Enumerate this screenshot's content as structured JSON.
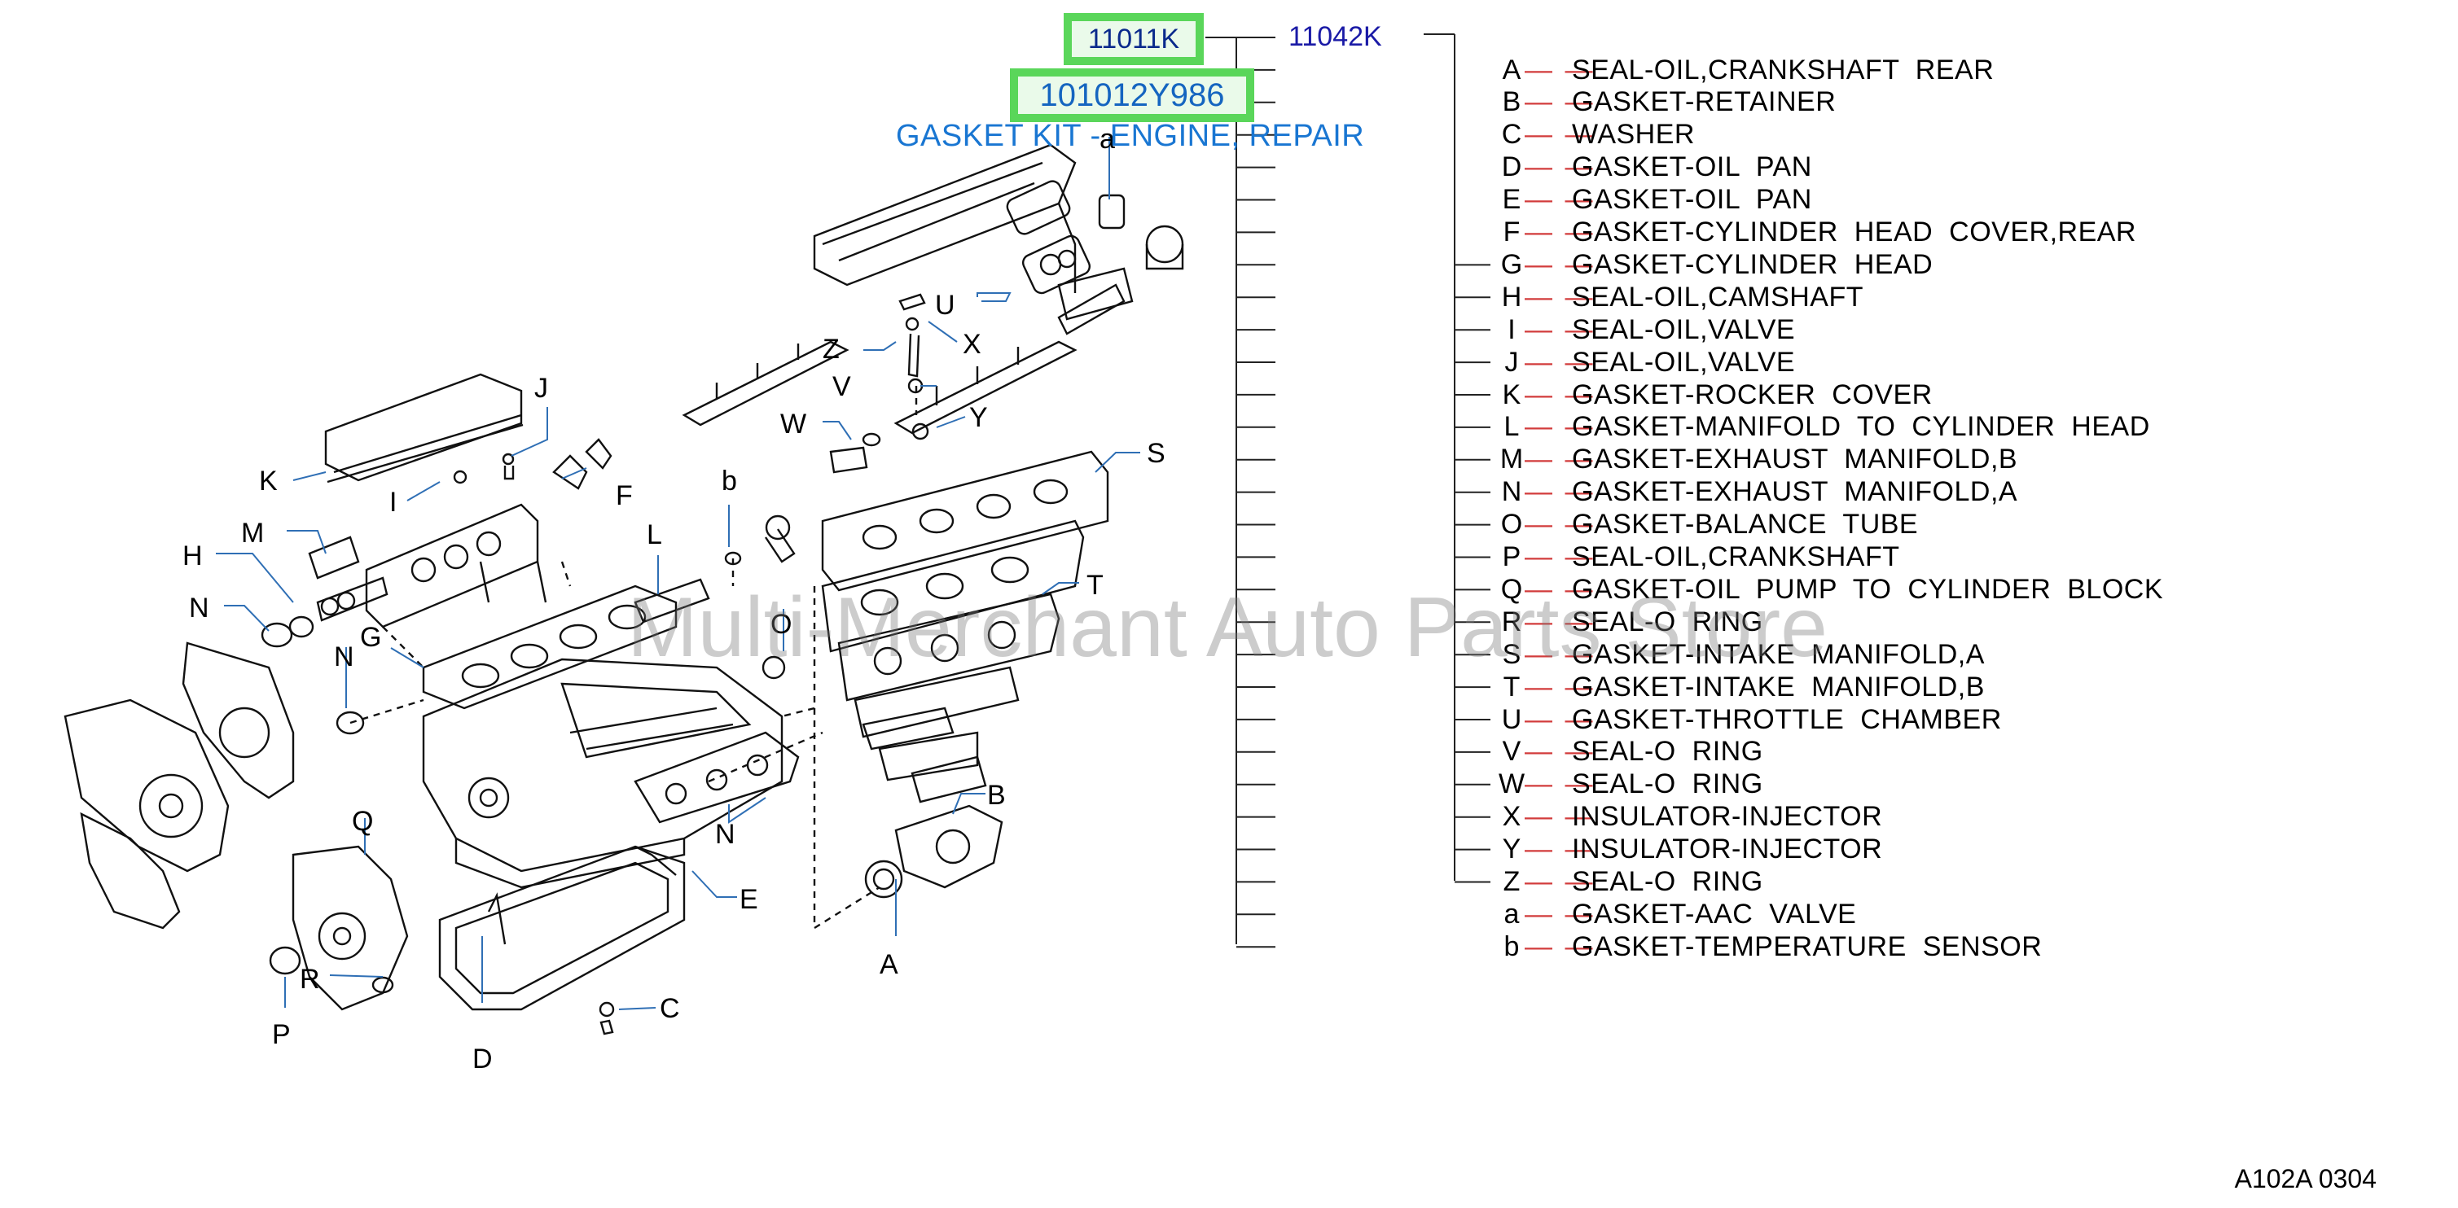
{
  "header": {
    "code_primary": "11011K",
    "code_secondary": "101012Y986",
    "kit_name": "GASKET KIT - ENGINE, REPAIR",
    "code_group": "11042K"
  },
  "parts": [
    {
      "letter": "A",
      "desc": "SEAL-OIL,CRANKSHAFT REAR"
    },
    {
      "letter": "B",
      "desc": "GASKET-RETAINER"
    },
    {
      "letter": "C",
      "desc": "WASHER"
    },
    {
      "letter": "D",
      "desc": "GASKET-OIL PAN"
    },
    {
      "letter": "E",
      "desc": "GASKET-OIL PAN"
    },
    {
      "letter": "F",
      "desc": "GASKET-CYLINDER HEAD COVER,REAR"
    },
    {
      "letter": "G",
      "desc": "GASKET-CYLINDER HEAD"
    },
    {
      "letter": "H",
      "desc": "SEAL-OIL,CAMSHAFT"
    },
    {
      "letter": "I",
      "desc": "SEAL-OIL,VALVE"
    },
    {
      "letter": "J",
      "desc": "SEAL-OIL,VALVE"
    },
    {
      "letter": "K",
      "desc": "GASKET-ROCKER COVER"
    },
    {
      "letter": "L",
      "desc": "GASKET-MANIFOLD TO CYLINDER HEAD"
    },
    {
      "letter": "M",
      "desc": "GASKET-EXHAUST MANIFOLD,B"
    },
    {
      "letter": "N",
      "desc": "GASKET-EXHAUST MANIFOLD,A"
    },
    {
      "letter": "O",
      "desc": "GASKET-BALANCE TUBE"
    },
    {
      "letter": "P",
      "desc": "SEAL-OIL,CRANKSHAFT"
    },
    {
      "letter": "Q",
      "desc": "GASKET-OIL PUMP TO CYLINDER BLOCK"
    },
    {
      "letter": "R",
      "desc": "SEAL-O RING"
    },
    {
      "letter": "S",
      "desc": "GASKET-INTAKE MANIFOLD,A"
    },
    {
      "letter": "T",
      "desc": "GASKET-INTAKE MANIFOLD,B"
    },
    {
      "letter": "U",
      "desc": "GASKET-THROTTLE CHAMBER"
    },
    {
      "letter": "V",
      "desc": "SEAL-O RING"
    },
    {
      "letter": "W",
      "desc": "SEAL-O RING"
    },
    {
      "letter": "X",
      "desc": "INSULATOR-INJECTOR"
    },
    {
      "letter": "Y",
      "desc": "INSULATOR-INJECTOR"
    },
    {
      "letter": "Z",
      "desc": "SEAL-O RING"
    },
    {
      "letter": "a",
      "desc": "GASKET-AAC VALVE"
    },
    {
      "letter": "b",
      "desc": "GASKET-TEMPERATURE SENSOR"
    }
  ],
  "callouts": {
    "A": "A",
    "B": "B",
    "C": "C",
    "D": "D",
    "E": "E",
    "F": "F",
    "G": "G",
    "H": "H",
    "I": "I",
    "J": "J",
    "K": "K",
    "L": "L",
    "M": "M",
    "N": "N",
    "O": "O",
    "P": "P",
    "Q": "Q",
    "R": "R",
    "S": "S",
    "T": "T",
    "U": "U",
    "V": "V",
    "W": "W",
    "X": "X",
    "Y": "Y",
    "Z": "Z",
    "a": "a",
    "b": "b"
  },
  "watermark": "Multi-Merchant Auto Parts Store",
  "ref_code": "A102A 0304"
}
